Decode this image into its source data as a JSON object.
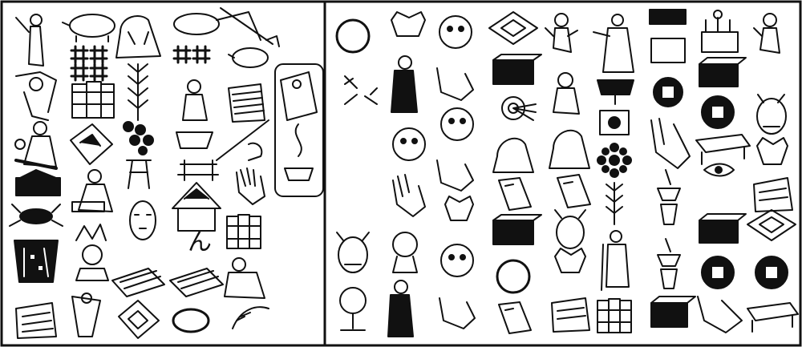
{
  "sheet": {
    "kana_glyph": "ん",
    "ink": "#111111",
    "paper": "#ffffff"
  },
  "left_panel": {
    "columns": [
      [
        "standing-figure",
        "bird-man",
        "seated-man-with-mallet",
        "hat-box",
        "crab",
        "kimono-robe",
        "sieve-basket"
      ],
      [
        "boar",
        "grid-mark",
        "grid-mark",
        "bundled-rice-bales",
        "sake-tray",
        "seated-woman",
        "abacus",
        "wild-haired-woman"
      ],
      [
        "seated-back-figure",
        "feather-arrow",
        "bead-branch",
        "torii-gate",
        "okame-face",
        "archery-target",
        "abacus",
        "ring"
      ],
      [
        "boar",
        "grid-mark",
        "child-on-rock",
        "well-frame",
        "shrine-roof",
        "kana-mark",
        "abacus"
      ],
      [
        "broom",
        "boar",
        "bamboo-blind",
        "bow-hand",
        "open-hand",
        "bundled-bales",
        "seated-back-figure",
        "feather-brush"
      ]
    ],
    "incense_panel_figure": "woman-scroll-with-incense-burner"
  },
  "right_panel": {
    "columns": [
      [
        "ring",
        "insects",
        "oni-mask",
        "mirror-on-stand"
      ],
      [
        "cat-mask",
        "priest",
        "monkey-face",
        "open-hand",
        "bald-man",
        "priest"
      ],
      [
        "monkey-face",
        "open-hand",
        "monkey-face",
        "open-hand",
        "cat-mask",
        "monkey-face",
        "open-hand"
      ],
      [
        "four-mochi",
        "lidded-box",
        "target-arrows",
        "seated-back-figure",
        "domino-tile",
        "box",
        "ring",
        "domino-tile"
      ],
      [
        "dancing-child",
        "seated-child",
        "seated-back-figure",
        "domino-tile",
        "oni-mask",
        "cat-mask",
        "sieve-basket"
      ],
      [
        "offering-figure",
        "lantern-stand",
        "rising-sun",
        "dot-circle",
        "feather-arrow",
        "old-man-with-staff",
        "bundled-bales"
      ],
      [
        "chest-box",
        "coin",
        "pointing-hand",
        "stone-lantern",
        "stone-lantern",
        "box"
      ],
      [
        "altar",
        "box",
        "coin",
        "brazier-frame",
        "eye-charm",
        "box",
        "coin",
        "pointing-hand"
      ],
      [
        "dancing-child",
        "oni-mask",
        "cat-mask",
        "sieve-basket",
        "four-mochi",
        "coin",
        "brazier-frame"
      ]
    ]
  }
}
